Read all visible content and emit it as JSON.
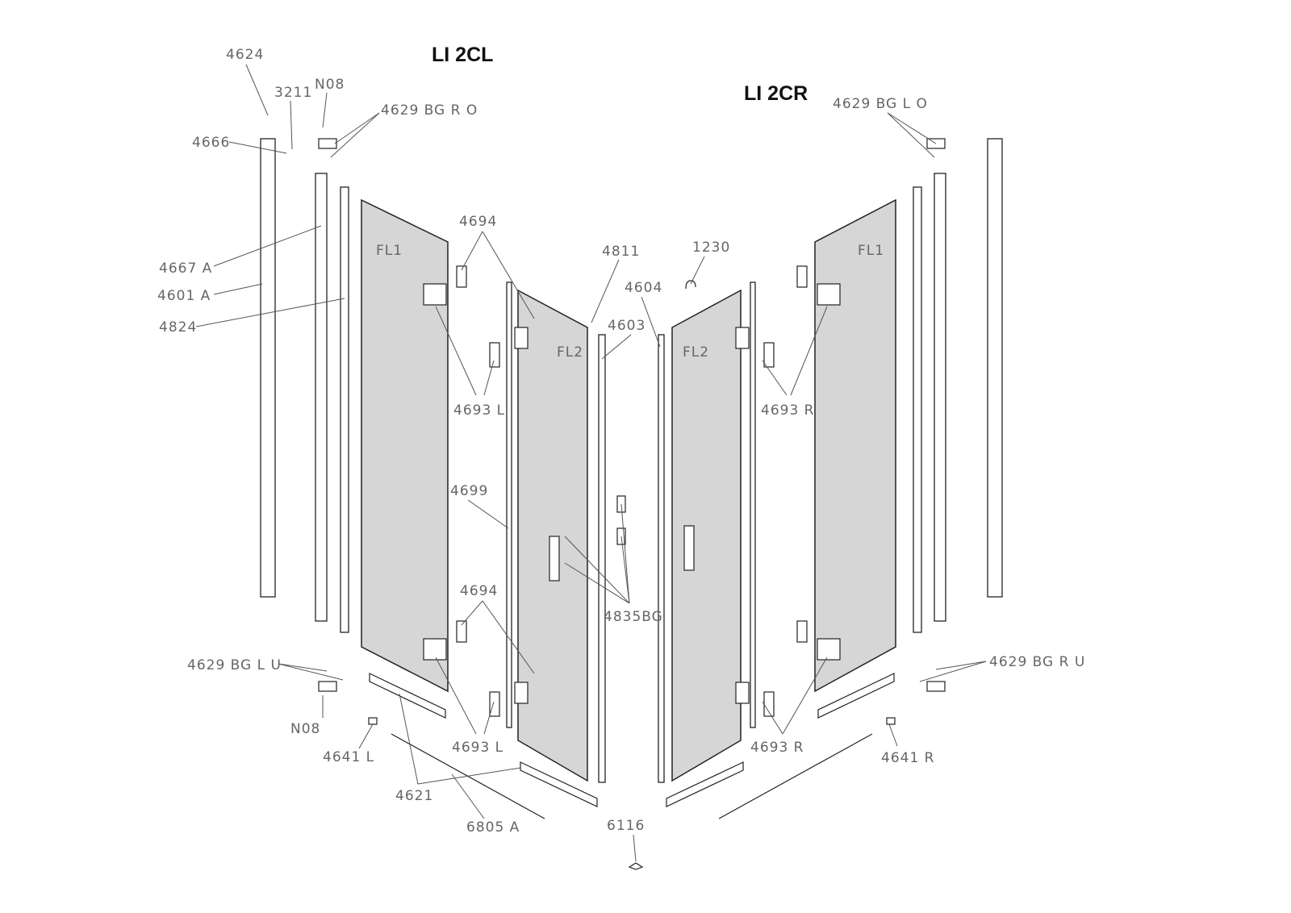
{
  "titles": {
    "left": "LI 2CL",
    "right": "LI 2CR"
  },
  "labels": {
    "l4624": "4624",
    "l3211": "3211",
    "n08_top": "N08",
    "l4629_bg_r_o": "4629 BG R O",
    "l4666": "4666",
    "l4667a": "4667 A",
    "l4601a": "4601 A",
    "l4824": "4824",
    "fl1_left": "FL1",
    "l4694_top": "4694",
    "l4811": "4811",
    "l1230": "1230",
    "l4604": "4604",
    "l4603": "4603",
    "fl2_left": "FL2",
    "fl2_right": "FL2",
    "l4693l_top": "4693 L",
    "l4693r_top": "4693 R",
    "fl1_right": "FL1",
    "l4629_bg_l_o": "4629 BG L O",
    "l4699": "4699",
    "l4835bg": "4835BG",
    "l4694_bottom": "4694",
    "l4629_bg_l_u": "4629 BG L U",
    "n08_bottom": "N08",
    "l4641l": "4641 L",
    "l4621": "4621",
    "l6805a": "6805 A",
    "l6116": "6116",
    "l4693l_bottom": "4693 L",
    "l4693r_bottom": "4693 R",
    "l4629_bg_r_u": "4629 BG R U",
    "l4641r": "4641 R"
  }
}
